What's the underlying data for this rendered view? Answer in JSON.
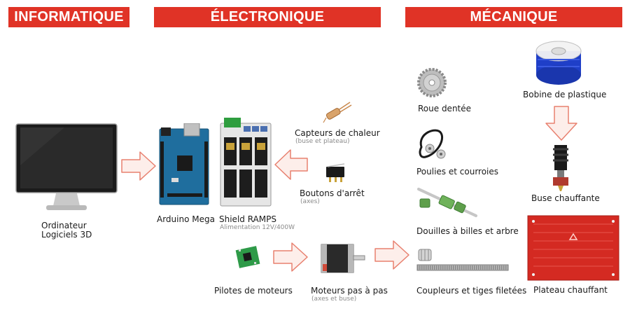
{
  "sections": {
    "informatique": "INFORMATIQUE",
    "electronique": "ÉLECTRONIQUE",
    "mecanique": "MÉCANIQUE"
  },
  "computer": {
    "line1": "Ordinateur",
    "line2": "Logiciels 3D"
  },
  "electronics": {
    "arduino": "Arduino Mega",
    "ramps": "Shield RAMPS",
    "ramps_sub": "Alimentation 12V/400W",
    "heat_sensors": "Capteurs de chaleur",
    "heat_sensors_sub": "(buse et plateau)",
    "endstops": "Boutons d'arrêt",
    "endstops_sub": "(axes)",
    "drivers": "Pilotes de moteurs",
    "steppers": "Moteurs pas à pas",
    "steppers_sub": "(axes et buse)"
  },
  "mechanics": {
    "gear": "Roue dentée",
    "pulleys": "Poulies et courroies",
    "bearings": "Douilles à billes et arbre",
    "couplers": "Coupleurs et tiges filetées",
    "spool": "Bobine de plastique",
    "hotend": "Buse chauffante",
    "bed": "Plateau chauffant"
  },
  "colors": {
    "accent": "#e03326",
    "arrow_stroke": "#e8806f",
    "arrow_fill": "#fdeeea",
    "board_blue": "#1f6e9e",
    "spool_blue": "#1f3fc8",
    "bed_red": "#d42a22"
  }
}
